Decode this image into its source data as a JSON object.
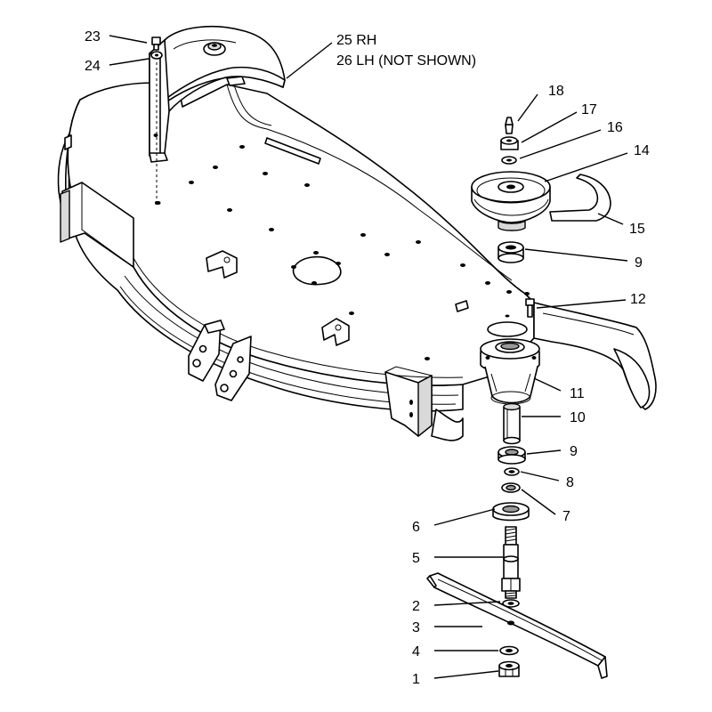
{
  "callouts": [
    {
      "id": "c1",
      "text": "1"
    },
    {
      "id": "c2",
      "text": "2"
    },
    {
      "id": "c3",
      "text": "3"
    },
    {
      "id": "c4",
      "text": "4"
    },
    {
      "id": "c5",
      "text": "5"
    },
    {
      "id": "c6",
      "text": "6"
    },
    {
      "id": "c7",
      "text": "7"
    },
    {
      "id": "c8",
      "text": "8"
    },
    {
      "id": "c9a",
      "text": "9"
    },
    {
      "id": "c9b",
      "text": "9"
    },
    {
      "id": "c10",
      "text": "10"
    },
    {
      "id": "c11",
      "text": "11"
    },
    {
      "id": "c12",
      "text": "12"
    },
    {
      "id": "c14",
      "text": "14"
    },
    {
      "id": "c15",
      "text": "15"
    },
    {
      "id": "c16",
      "text": "16"
    },
    {
      "id": "c17",
      "text": "17"
    },
    {
      "id": "c18",
      "text": "18"
    },
    {
      "id": "c23",
      "text": "23"
    },
    {
      "id": "c24",
      "text": "24"
    },
    {
      "id": "c25",
      "text": "25 RH"
    },
    {
      "id": "c26",
      "text": "26 LH (NOT SHOWN)"
    }
  ]
}
